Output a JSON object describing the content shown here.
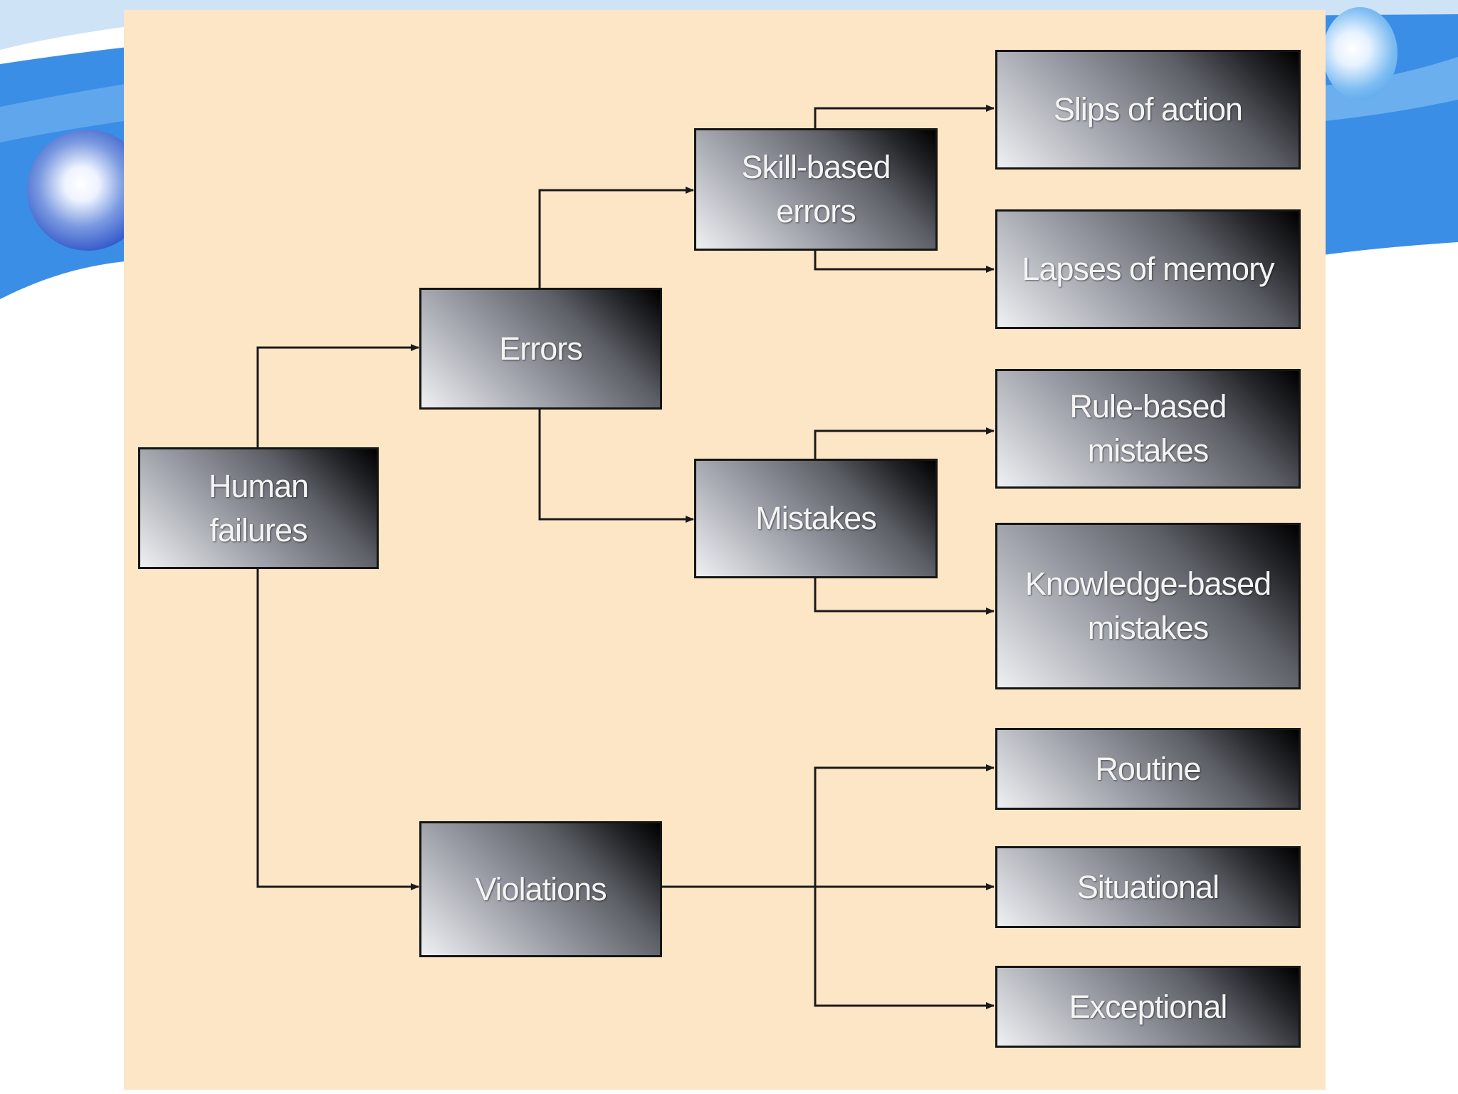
{
  "diagram": {
    "nodes": {
      "human_failures": {
        "line1": "Human",
        "line2": "failures"
      },
      "errors": {
        "label": "Errors"
      },
      "violations": {
        "label": "Violations"
      },
      "skill_based_errors": {
        "line1": "Skill-based",
        "line2": "errors"
      },
      "mistakes": {
        "label": "Mistakes"
      },
      "slips_of_action": {
        "label": "Slips of action"
      },
      "lapses_of_memory": {
        "label": "Lapses of memory"
      },
      "rule_based_mistakes": {
        "line1": "Rule-based",
        "line2": "mistakes"
      },
      "knowledge_based_mistakes": {
        "line1": "Knowledge-based",
        "line2": "mistakes"
      },
      "routine": {
        "label": "Routine"
      },
      "situational": {
        "label": "Situational"
      },
      "exceptional": {
        "label": "Exceptional"
      }
    },
    "edges": [
      {
        "from": "Human failures",
        "to": "Errors"
      },
      {
        "from": "Human failures",
        "to": "Violations"
      },
      {
        "from": "Errors",
        "to": "Skill-based errors"
      },
      {
        "from": "Errors",
        "to": "Mistakes"
      },
      {
        "from": "Skill-based errors",
        "to": "Slips of action"
      },
      {
        "from": "Skill-based errors",
        "to": "Lapses of memory"
      },
      {
        "from": "Mistakes",
        "to": "Rule-based mistakes"
      },
      {
        "from": "Mistakes",
        "to": "Knowledge-based mistakes"
      },
      {
        "from": "Violations",
        "to": "Routine"
      },
      {
        "from": "Violations",
        "to": "Situational"
      },
      {
        "from": "Violations",
        "to": "Exceptional"
      }
    ],
    "colors": {
      "panel_background": "#fde6c5",
      "node_text": "#f4f4f4",
      "line": "#1a1a1a",
      "accent_blue": "#3a8ee6"
    }
  }
}
